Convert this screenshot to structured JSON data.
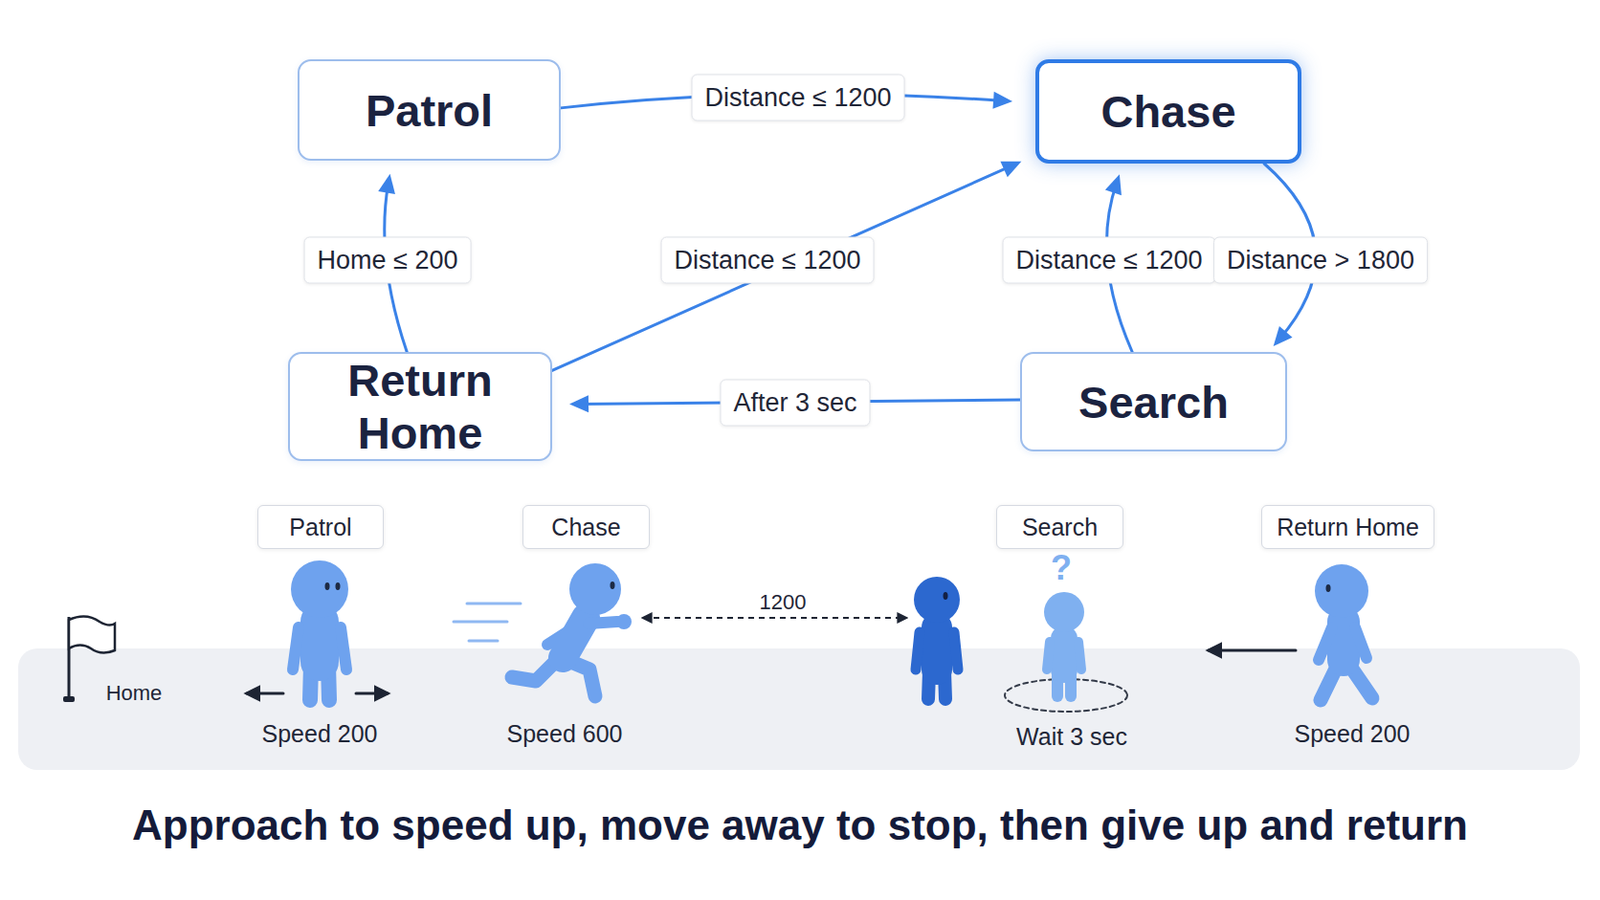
{
  "diagram": {
    "caption": "Approach to speed up, move away to stop, then give up and return",
    "nodes": [
      {
        "text": [
          "Patrol"
        ]
      },
      {
        "text": [
          "Chase"
        ]
      },
      {
        "text": [
          "Return Home"
        ]
      },
      {
        "text": [
          "Search"
        ]
      },
      {
        "text": [
          "Patrol"
        ]
      },
      {
        "text": [
          "Chase"
        ]
      },
      {
        "text": [
          "Search"
        ]
      },
      {
        "text": [
          "Return Home"
        ]
      }
    ],
    "edges": [
      {
        "from": 0,
        "to": 1,
        "label": "Distance ≤ 1200",
        "arrow": "to"
      },
      {
        "from": 2,
        "to": 0,
        "label": "Home ≤ 200",
        "arrow": "to"
      },
      {
        "from": 2,
        "to": 1,
        "label": "Distance ≤ 1200",
        "arrow": "to"
      },
      {
        "from": 3,
        "to": 1,
        "label": "Distance ≤ 1200",
        "arrow": "to"
      },
      {
        "from": 1,
        "to": 3,
        "label": "Distance > 1800",
        "arrow": "to"
      },
      {
        "from": 3,
        "to": 2,
        "label": "After 3 sec",
        "arrow": "to"
      }
    ],
    "labels": [
      "Home",
      "Speed 200",
      "Speed 600",
      "1200",
      "?",
      "Wait 3 sec",
      "Speed 200"
    ]
  }
}
